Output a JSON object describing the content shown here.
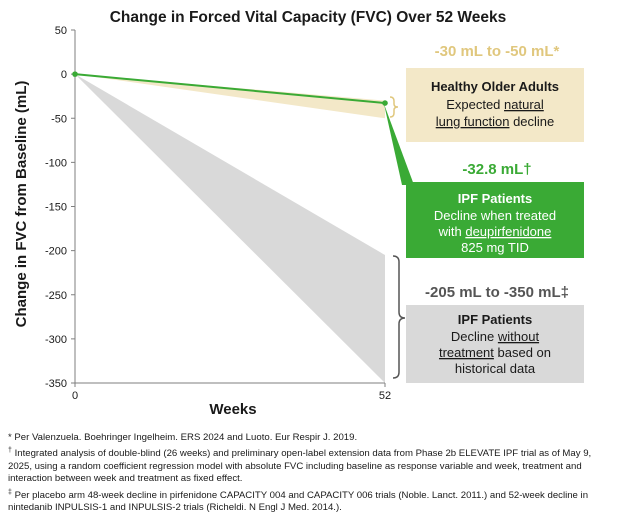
{
  "chart_data": {
    "type": "line",
    "title": "Change in Forced Vital Capacity (FVC) Over 52 Weeks",
    "xlabel": "Weeks",
    "ylabel": "Change in FVC from Baseline (mL)",
    "x_ticks": [
      0,
      52
    ],
    "y_ticks": [
      50,
      0,
      -50,
      -100,
      -150,
      -200,
      -250,
      -300,
      -350
    ],
    "xlim": [
      0,
      52
    ],
    "ylim": [
      -350,
      50
    ],
    "series": [
      {
        "name": "IPF Patients – deupirfenidone 825 mg TID",
        "x": [
          0,
          52
        ],
        "y": [
          0,
          -32.8
        ],
        "color": "#3aaa35"
      }
    ],
    "bands": [
      {
        "name": "Healthy Older Adults",
        "x": [
          0,
          52
        ],
        "upper": [
          0,
          -30
        ],
        "lower": [
          0,
          -50
        ],
        "color": "#f3e8c8"
      },
      {
        "name": "IPF Patients without treatment",
        "x": [
          0,
          52
        ],
        "upper": [
          0,
          -205
        ],
        "lower": [
          0,
          -350
        ],
        "color": "#d9d9d9"
      }
    ],
    "grid": false,
    "annotations": {
      "healthy": {
        "range_label": "-30 mL to -50 mL*",
        "range_color": "#e0c77d",
        "title": "Healthy Older Adults",
        "line1": "Expected ",
        "line1_u": "natural",
        "line2_u": "lung function",
        "line2": " decline",
        "box_color": "#f3e8c8"
      },
      "treated": {
        "value_label": "-32.8 mL†",
        "value_color": "#3aaa35",
        "title": "IPF Patients",
        "line1": "Decline when treated",
        "line2": "with ",
        "line2_u": "deupirfenidone",
        "line3": "825 mg TID",
        "box_color": "#3aaa35"
      },
      "untreated": {
        "range_label": "-205 mL to -350 mL‡",
        "range_color": "#555555",
        "title": "IPF Patients",
        "line1": "Decline ",
        "line1_u": "without",
        "line2_u": "treatment",
        "line2": " based on",
        "line3": "historical data",
        "box_color": "#d9d9d9"
      }
    }
  },
  "footnotes": {
    "f1": "* Per Valenzuela. Boehringer Ingelheim. ERS 2024 and Luoto. Eur Respir J. 2019.",
    "f2_mark": "†",
    "f2": " Integrated analysis of double-blind (26 weeks) and preliminary open-label extension data from Phase 2b ELEVATE IPF trial as of May 9, 2025, using a random coefficient regression model with absolute FVC including baseline as response variable and week, treatment and interaction between week and treatment as fixed effect.",
    "f3_mark": "‡",
    "f3": " Per placebo arm 48-week decline in pirfenidone CAPACITY 004 and CAPACITY 006 trials (Noble. Lanct. 2011.) and 52-week decline in nintedanib INPULSIS-1 and INPULSIS-2 trials (Richeldi. N Engl J Med. 2014.)."
  }
}
